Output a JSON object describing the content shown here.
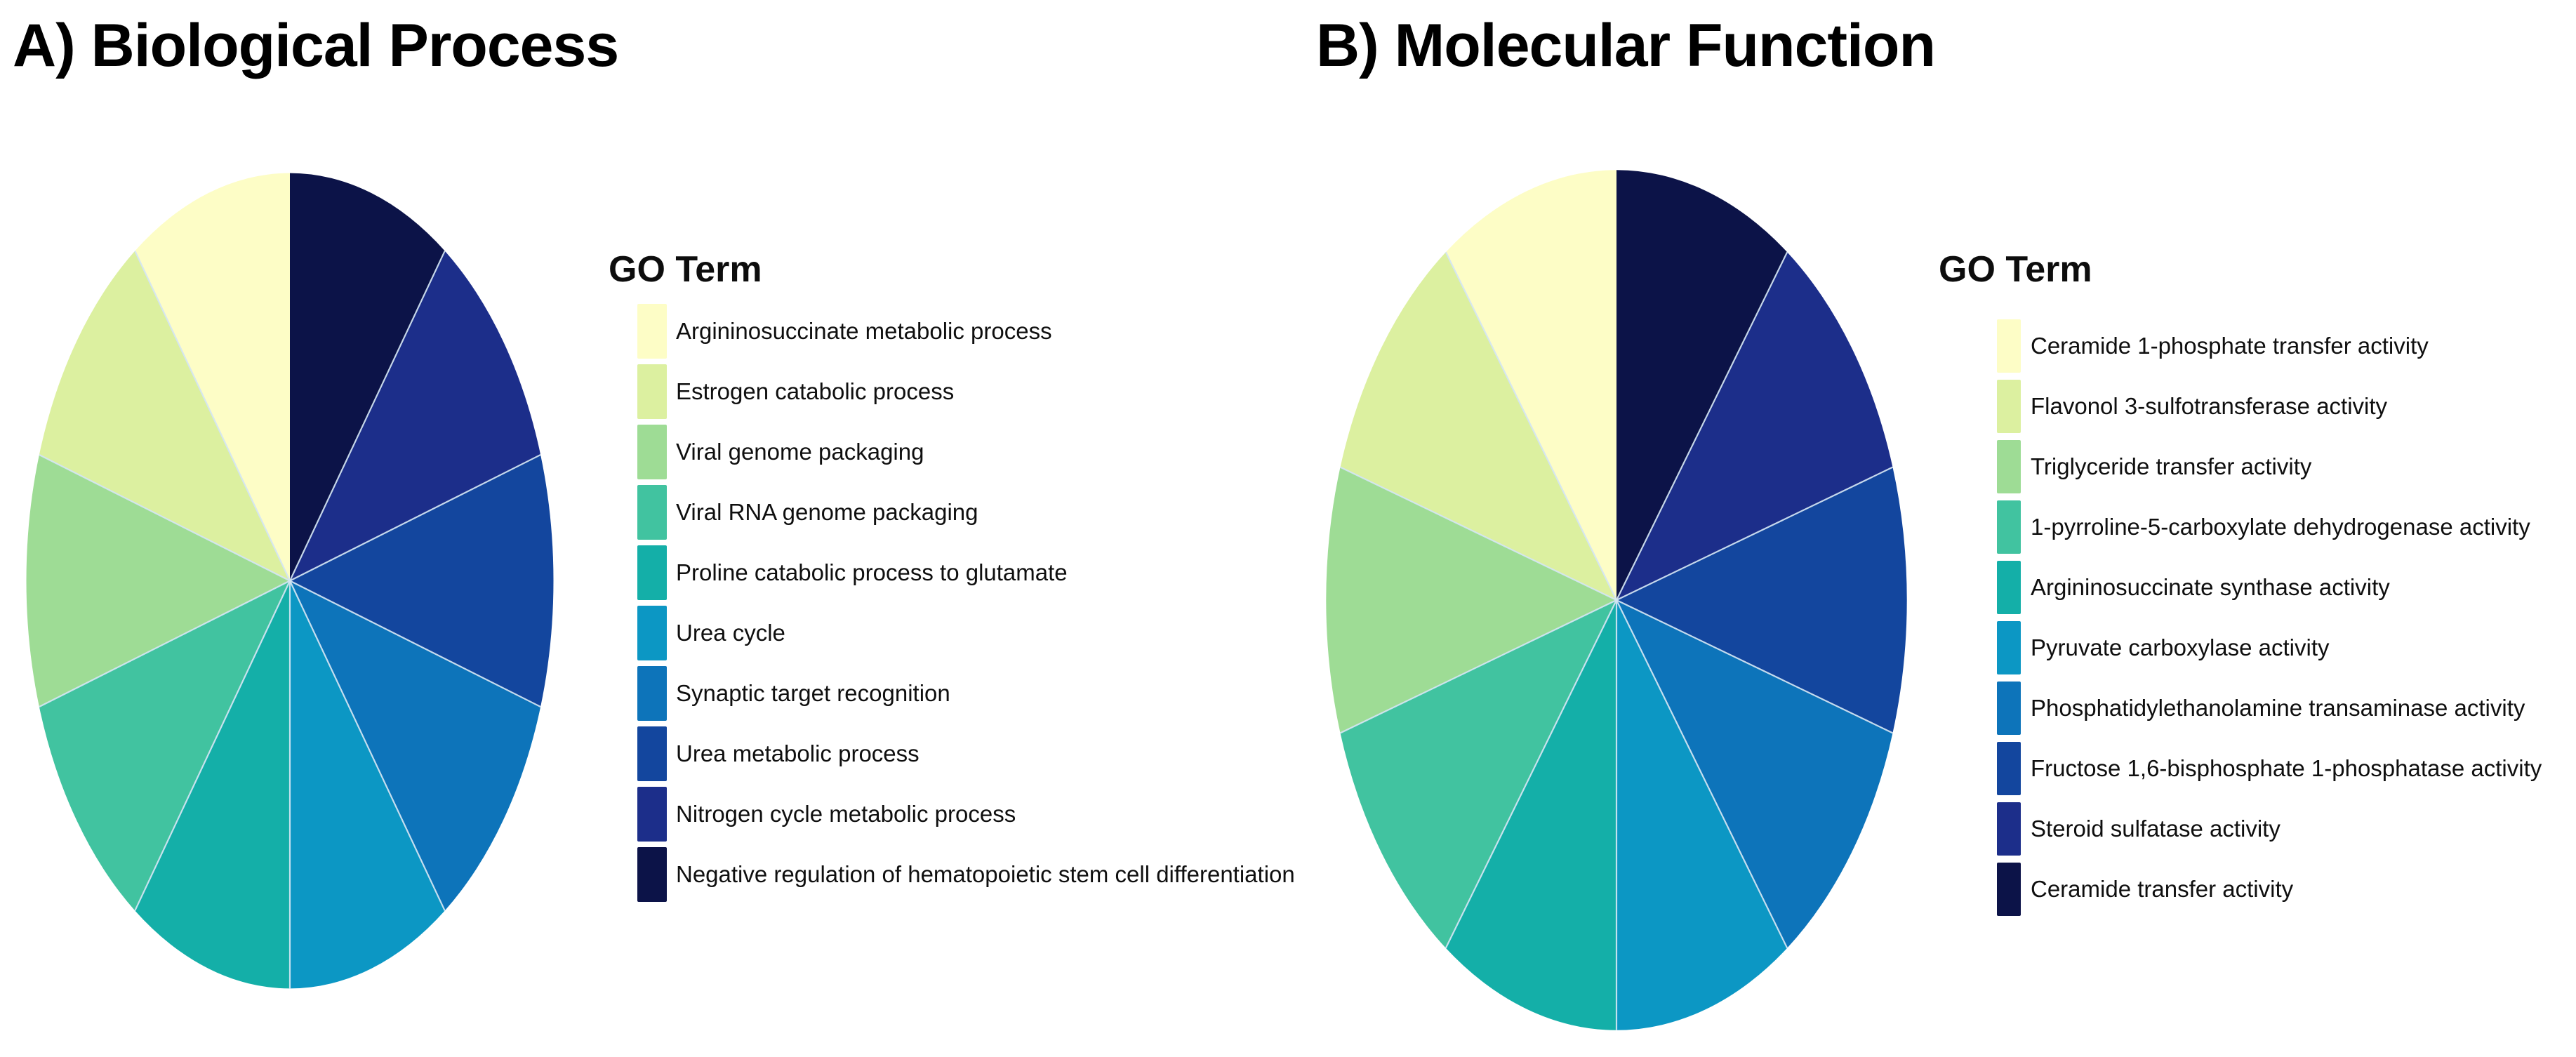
{
  "chart_data": [
    {
      "type": "pie",
      "title": "A) Biological Process",
      "legend_title": "GO Term",
      "labels": [
        "Argininosuccinate metabolic process",
        "Estrogen catabolic process",
        "Viral genome packaging",
        "Viral RNA genome packaging",
        "Proline catabolic process to glutamate",
        "Urea cycle",
        "Synaptic target recognition",
        "Urea metabolic process",
        "Nitrogen cycle metabolic process",
        "Negative regulation of hematopoietic stem cell differentiation"
      ],
      "colors": [
        "#FDFDC6",
        "#DCF0A0",
        "#9EDC95",
        "#41C3A0",
        "#14AFA8",
        "#0C97C4",
        "#0D74BA",
        "#13469E",
        "#1C2E8A",
        "#0C1348"
      ],
      "values_percent": [
        10,
        10,
        10,
        10,
        10,
        10,
        10,
        10,
        10,
        10
      ],
      "legend_position": "right",
      "layout_note": "10 equal slices; legend order runs counterclockwise from 12 o'clock, darkest slice clockwise from top"
    },
    {
      "type": "pie",
      "title": "B) Molecular Function",
      "legend_title": "GO Term",
      "labels": [
        "Ceramide 1-phosphate transfer activity",
        "Flavonol 3-sulfotransferase activity",
        "Triglyceride transfer activity",
        "1-pyrroline-5-carboxylate dehydrogenase activity",
        "Argininosuccinate synthase activity",
        "Pyruvate carboxylase activity",
        "Phosphatidylethanolamine transaminase activity",
        "Fructose 1,6-bisphosphate 1-phosphatase activity",
        "Steroid sulfatase activity",
        "Ceramide transfer activity"
      ],
      "colors": [
        "#FDFDC6",
        "#DCF0A0",
        "#9EDC95",
        "#41C3A0",
        "#14AFA8",
        "#0C97C4",
        "#0D74BA",
        "#13469E",
        "#1C2E8A",
        "#0C1348"
      ],
      "values_percent": [
        10,
        10,
        10,
        10,
        10,
        10,
        10,
        10,
        10,
        10
      ],
      "legend_position": "right",
      "layout_note": "10 equal slices; legend order runs counterclockwise from 12 o'clock, darkest slice clockwise from top"
    }
  ]
}
